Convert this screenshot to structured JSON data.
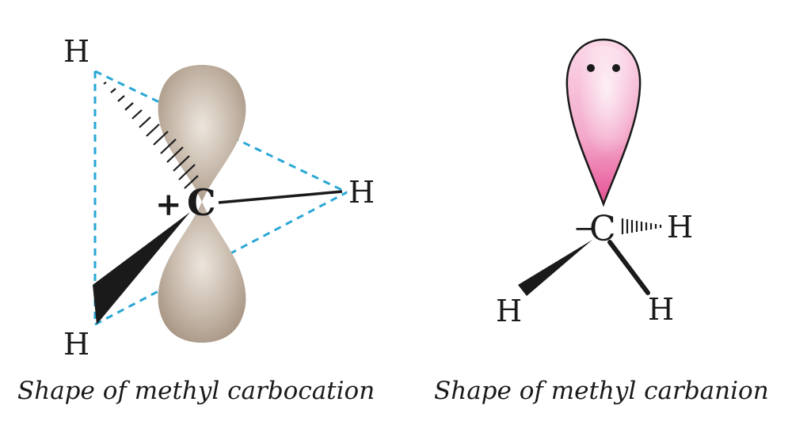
{
  "carbocation": {
    "hydrogens": [
      "H",
      "H",
      "H"
    ],
    "carbon": "C",
    "charge": "+",
    "caption": "Shape of methyl carbocation",
    "colors": {
      "lobe": "#bfaf9f",
      "guide": "#2aa7d6",
      "bond": "#1a1a1a"
    }
  },
  "carbanion": {
    "hydrogens": [
      "H",
      "H",
      "H"
    ],
    "carbon": "C",
    "charge": "−",
    "caption": "Shape of methyl carbanion",
    "colors": {
      "lobe": "#f7c6dc",
      "lobe_dark": "#e9589a",
      "bond": "#1a1a1a"
    }
  }
}
